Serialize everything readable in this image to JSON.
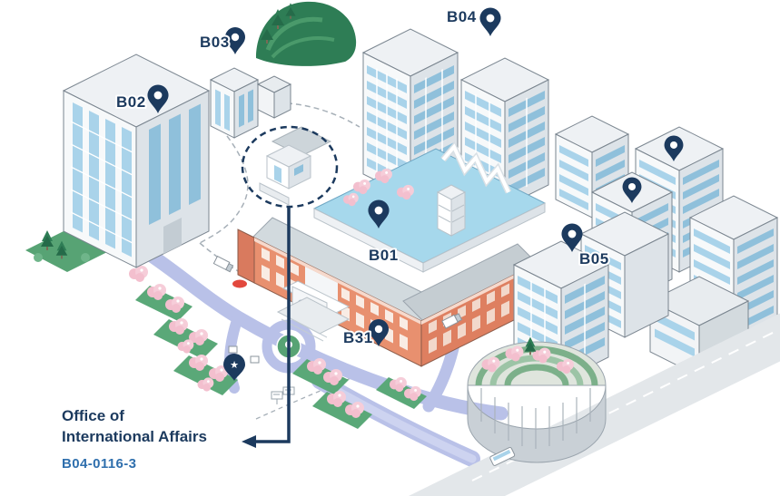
{
  "map": {
    "buildings": {
      "b01": "B01",
      "b02": "B02",
      "b03": "B03",
      "b04": "B04",
      "b05": "B05",
      "b31": "B31"
    },
    "callout": {
      "line1": "Office of",
      "line2": "International Affairs",
      "code": "B04-0116-3"
    },
    "icons": {
      "star": "★"
    },
    "colors": {
      "navy": "#1c3a5e",
      "link_blue": "#2f6fad",
      "window_blue": "#a9d3ea",
      "path_lavender": "#b9c1e8",
      "lawn_green": "#57a374",
      "blossom_pink": "#f3bfce",
      "building_orange": "#e8906f"
    }
  }
}
